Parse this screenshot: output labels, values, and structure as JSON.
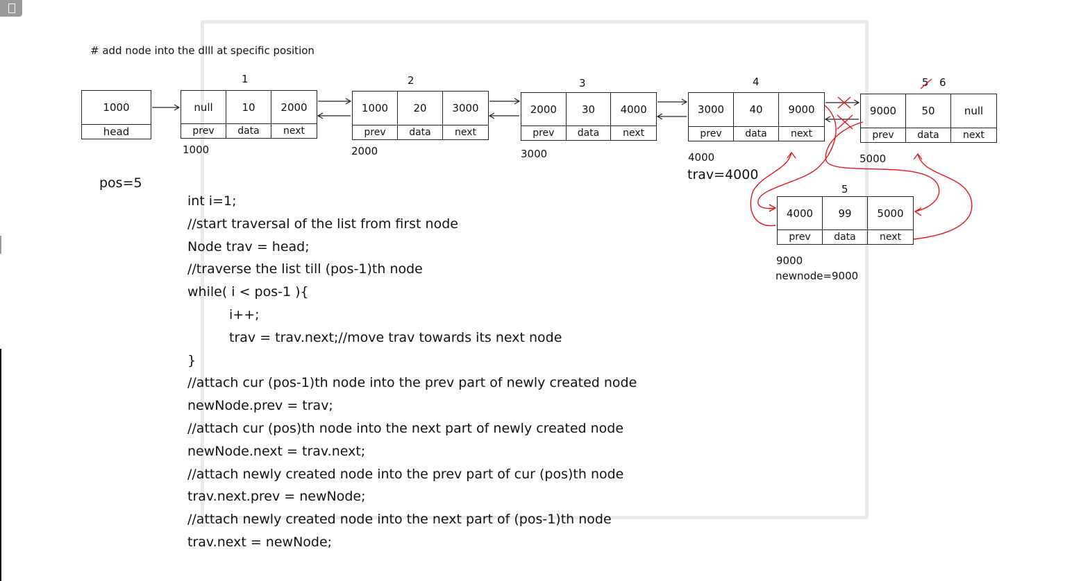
{
  "title": "# add node into the dlll at specific position",
  "head_box": {
    "value": "1000",
    "label": "head"
  },
  "field_labels": {
    "prev": "prev",
    "data": "data",
    "next": "next"
  },
  "nodes": [
    {
      "position": "1",
      "prev": "null",
      "data": "10",
      "next": "2000",
      "address": "1000"
    },
    {
      "position": "2",
      "prev": "1000",
      "data": "20",
      "next": "3000",
      "address": "2000"
    },
    {
      "position": "3",
      "prev": "2000",
      "data": "30",
      "next": "4000",
      "address": "3000"
    },
    {
      "position": "4",
      "prev": "3000",
      "data": "40",
      "next": "9000",
      "address": "4000"
    },
    {
      "position_old": "5",
      "position_new": "6",
      "prev": "9000",
      "data": "50",
      "next": "null",
      "address": "5000"
    }
  ],
  "new_node": {
    "position": "5",
    "prev": "4000",
    "data": "99",
    "next": "5000",
    "address": "9000",
    "label": "newnode=9000"
  },
  "pos_label": "pos=5",
  "trav_label": "trav=4000",
  "code_lines": [
    "int i=1;",
    "//start traversal of the list from first node",
    "Node trav = head;",
    "//traverse the list till (pos-1)th node",
    "while( i < pos-1 ){",
    "i++;",
    "trav = trav.next;//move trav towards its next node",
    "}",
    "//attach cur (pos-1)th node into the prev part of newly created node",
    "newNode.prev = trav;",
    "//attach cur (pos)th node into the next part of newly created node",
    "newNode.next = trav.next;",
    "//attach newly created node into the prev part of cur (pos)th node",
    "trav.next.prev = newNode;",
    "//attach newly created node into the next part of (pos-1)th node",
    "trav.next = newNode;"
  ],
  "colors": {
    "ink": "#111111",
    "annotation": "#e8141b",
    "frame": "#e9e9e9"
  }
}
